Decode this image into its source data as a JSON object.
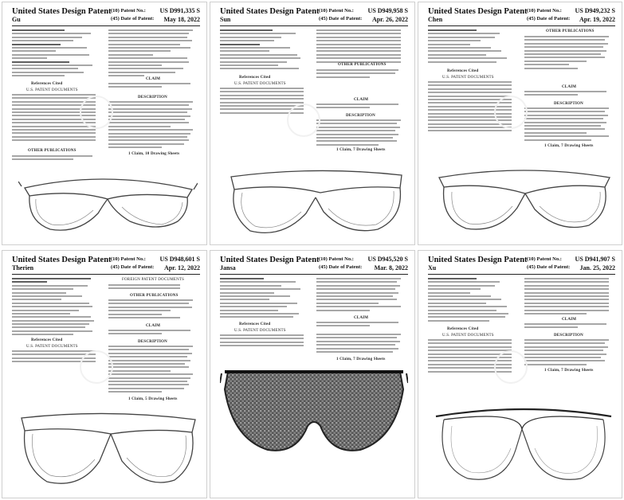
{
  "office_title": "United States Design Patent",
  "patent_no_label": "(10) Patent No.:",
  "date_label": "(45) Date of Patent:",
  "patents": [
    {
      "inventor": "Gu",
      "number": "US D991,335 S",
      "date": "May 18, 2022",
      "drawing": "sport-glasses-wrap"
    },
    {
      "inventor": "Sun",
      "number": "US D949,958 S",
      "date": "Apr. 26, 2022",
      "drawing": "goggle-frame"
    },
    {
      "inventor": "Chen",
      "number": "US D949,232 S",
      "date": "Apr. 19, 2022",
      "drawing": "sport-glasses-oval"
    },
    {
      "inventor": "Therien",
      "number": "US D948,601 S",
      "date": "Apr. 12, 2022",
      "drawing": "lighting-glasses"
    },
    {
      "inventor": "Jansa",
      "number": "US D945,520 S",
      "date": "Mar. 8, 2022",
      "drawing": "shield-sunglasses"
    },
    {
      "inventor": "Xu",
      "number": "US D941,907 S",
      "date": "Jan. 25, 2022",
      "drawing": "half-rim-glasses"
    }
  ],
  "labels": {
    "references": "References Cited",
    "claim": "CLAIM",
    "description": "DESCRIPTION",
    "us_docs": "U.S. PATENT DOCUMENTS",
    "foreign_docs": "FOREIGN PATENT DOCUMENTS",
    "other_pubs": "OTHER PUBLICATIONS"
  },
  "claims_sheets": [
    "1 Claim, 10 Drawing Sheets",
    "1 Claim, 7 Drawing Sheets",
    "1 Claim, 7 Drawing Sheets",
    "1 Claim, 5 Drawing Sheets",
    "1 Claim, 7 Drawing Sheets",
    "1 Claim, 7 Drawing Sheets"
  ]
}
